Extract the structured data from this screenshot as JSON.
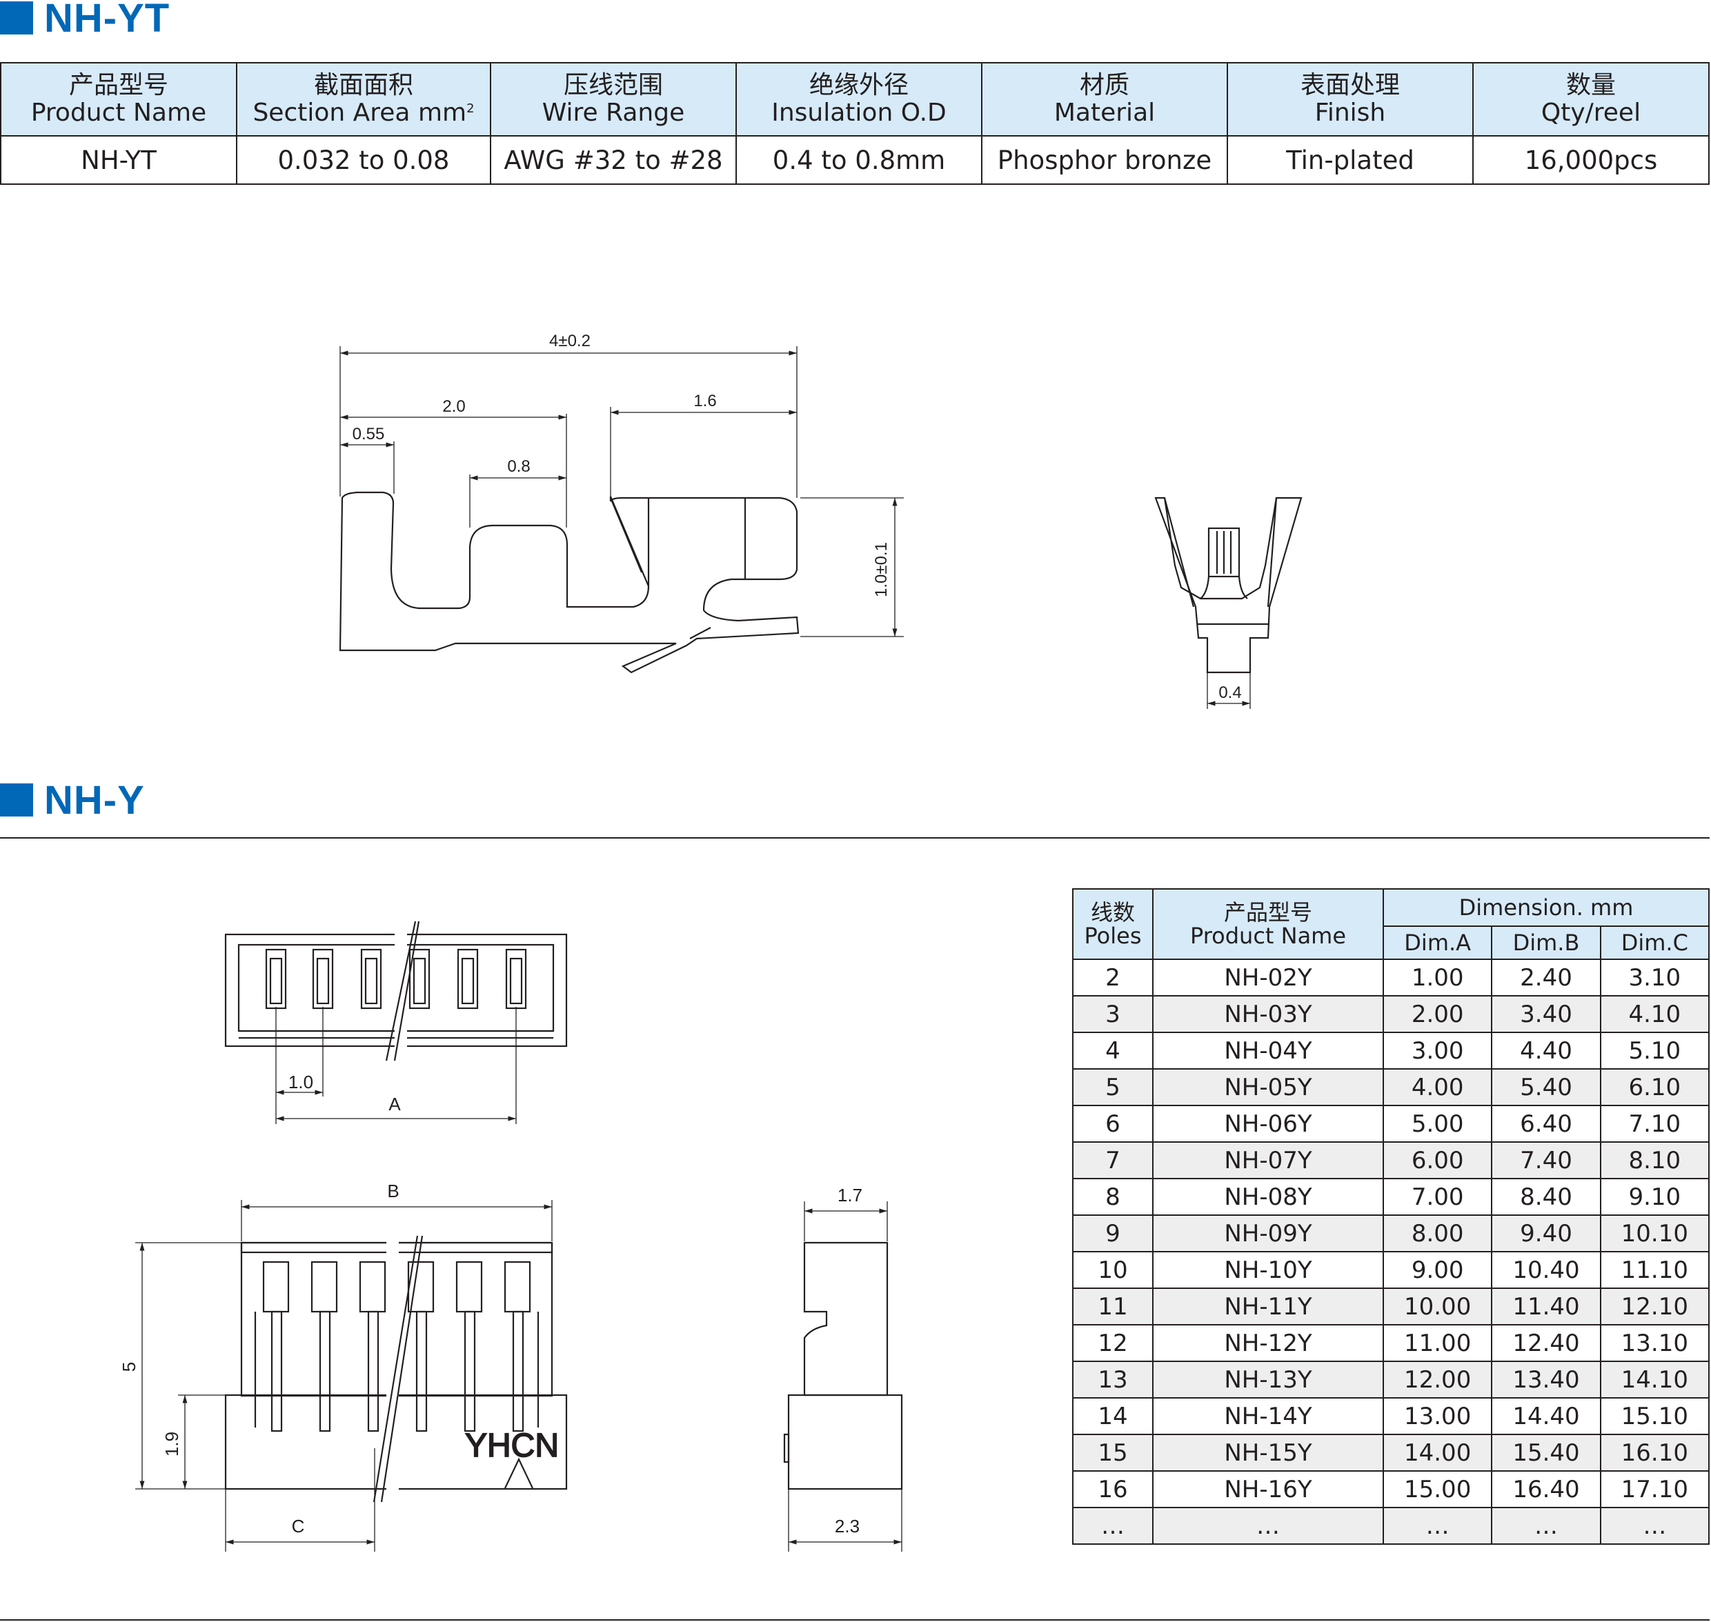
{
  "nh_yt": {
    "title": "NH-YT",
    "headers": [
      {
        "cn": "产品型号",
        "en": "Product Name",
        "sup": ""
      },
      {
        "cn": "截面面积",
        "en": "Section Area mm",
        "sup": "2"
      },
      {
        "cn": "压线范围",
        "en": "Wire Range",
        "sup": ""
      },
      {
        "cn": "绝缘外径",
        "en": "Insulation O.D",
        "sup": ""
      },
      {
        "cn": "材质",
        "en": "Material",
        "sup": ""
      },
      {
        "cn": "表面处理",
        "en": "Finish",
        "sup": ""
      },
      {
        "cn": "数量",
        "en": "Qty/reel",
        "sup": ""
      }
    ],
    "row": [
      "NH-YT",
      "0.032 to 0.08",
      "AWG #32 to #28",
      "0.4 to 0.8mm",
      "Phosphor bronze",
      "Tin-plated",
      "16,000pcs"
    ],
    "drawing": {
      "dim_total": "4±0.2",
      "dim_a": "2.0",
      "dim_b": "1.6",
      "dim_c": "0.55",
      "dim_d": "0.8",
      "dim_h": "1.0±0.1",
      "dim_w": "0.4"
    }
  },
  "nh_y": {
    "title": "NH-Y",
    "drawing": {
      "pitch": "1.0",
      "label_a": "A",
      "label_b": "B",
      "label_c": "C",
      "height": "5",
      "base_height": "1.9",
      "side_width": "1.7",
      "side_depth": "2.3",
      "brand": "YHCN"
    },
    "table": {
      "col_poles": {
        "cn": "线数",
        "en": "Poles"
      },
      "col_product": {
        "cn": "产品型号",
        "en": "Product Name"
      },
      "dimension_group": "Dimension. mm",
      "dim_cols": [
        "Dim.A",
        "Dim.B",
        "Dim.C"
      ],
      "rows": [
        [
          "2",
          "NH-02Y",
          "1.00",
          "2.40",
          "3.10"
        ],
        [
          "3",
          "NH-03Y",
          "2.00",
          "3.40",
          "4.10"
        ],
        [
          "4",
          "NH-04Y",
          "3.00",
          "4.40",
          "5.10"
        ],
        [
          "5",
          "NH-05Y",
          "4.00",
          "5.40",
          "6.10"
        ],
        [
          "6",
          "NH-06Y",
          "5.00",
          "6.40",
          "7.10"
        ],
        [
          "7",
          "NH-07Y",
          "6.00",
          "7.40",
          "8.10"
        ],
        [
          "8",
          "NH-08Y",
          "7.00",
          "8.40",
          "9.10"
        ],
        [
          "9",
          "NH-09Y",
          "8.00",
          "9.40",
          "10.10"
        ],
        [
          "10",
          "NH-10Y",
          "9.00",
          "10.40",
          "11.10"
        ],
        [
          "11",
          "NH-11Y",
          "10.00",
          "11.40",
          "12.10"
        ],
        [
          "12",
          "NH-12Y",
          "11.00",
          "12.40",
          "13.10"
        ],
        [
          "13",
          "NH-13Y",
          "12.00",
          "13.40",
          "14.10"
        ],
        [
          "14",
          "NH-14Y",
          "13.00",
          "14.40",
          "15.10"
        ],
        [
          "15",
          "NH-15Y",
          "14.00",
          "15.40",
          "16.10"
        ],
        [
          "16",
          "NH-16Y",
          "15.00",
          "16.40",
          "17.10"
        ],
        [
          "…",
          "…",
          "…",
          "…",
          "…"
        ]
      ]
    }
  }
}
